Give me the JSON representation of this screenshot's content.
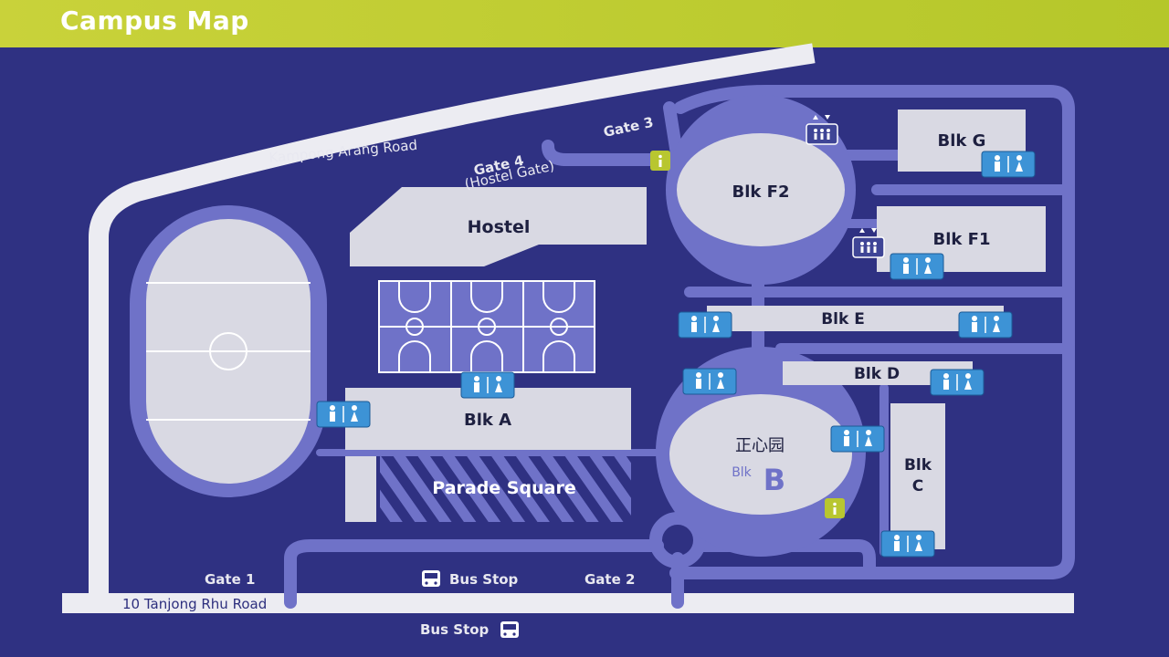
{
  "header": {
    "title": "Campus Map"
  },
  "roads": {
    "main_road": "10 Tanjong Rhu Road",
    "side_road": "Kampong Arang Road"
  },
  "gates": {
    "gate1": "Gate 1",
    "gate2": "Gate 2",
    "gate3": "Gate 3",
    "gate4": "Gate 4",
    "gate4_sub": "(Hostel Gate)"
  },
  "bus_stops": {
    "inside": "Bus Stop",
    "outside": "Bus Stop"
  },
  "buildings": {
    "hostel": "Hostel",
    "blk_a": "Blk A",
    "parade_square": "Parade Square",
    "blk_b_chinese": "正心园",
    "blk_b_prefix": "Blk",
    "blk_b_letter": "B",
    "blk_c_line1": "Blk",
    "blk_c_line2": "C",
    "blk_d": "Blk D",
    "blk_e": "Blk E",
    "blk_f1": "Blk F1",
    "blk_f2": "Blk F2",
    "blk_g": "Blk G"
  },
  "colors": {
    "header": "#c0cd32",
    "background": "#2f3182",
    "path": "#6f72c8",
    "building": "#d9d9e3",
    "road": "#ececf2",
    "toilet": "#3d93d6",
    "info": "#b8c630"
  },
  "icons": {
    "toilet": "toilet-icon",
    "info": "info-icon",
    "lift": "lift-icon",
    "bus": "bus-icon"
  }
}
